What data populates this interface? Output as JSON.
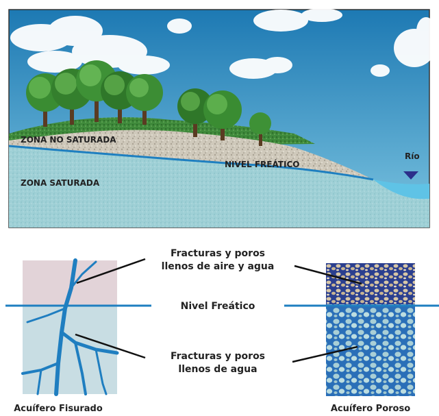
{
  "top_panel": {
    "zone_unsaturated": "ZONA NO SATURADA",
    "zone_saturated": "ZONA SATURADA",
    "water_table": "NIVEL FREÁTICO",
    "river": "Río"
  },
  "bottom_panel": {
    "air_water_line1": "Fracturas y poros",
    "air_water_line2": "llenos de aire y agua",
    "water_table": "Nivel Freático",
    "water_line1": "Fracturas y poros",
    "water_line2": "llenos de agua",
    "left_caption": "Acuífero Fisurado",
    "right_caption": "Acuífero Poroso"
  },
  "colors": {
    "sky": "#2a8fc2",
    "water_line": "#1e7fc0",
    "ground": "#9ecfd2",
    "label_text": "#222222"
  }
}
